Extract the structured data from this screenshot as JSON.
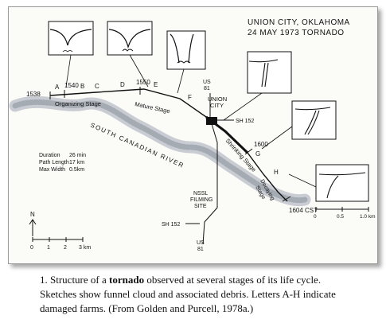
{
  "figure": {
    "title_line1": "UNION CITY, OKLAHOMA",
    "title_line2": "24 MAY 1973  TORNADO",
    "times": {
      "t1538": "1538",
      "t1540": "1540",
      "t1550": "1550",
      "t1600": "1600",
      "t1604": "1604 CST"
    },
    "farm_letters": [
      "A",
      "B",
      "C",
      "D",
      "E",
      "F",
      "G",
      "H"
    ],
    "stages": {
      "organizing": "Organizing Stage",
      "mature": "Mature Stage",
      "shrinking": "Shrinking Stage",
      "decaying_line1": "Decaying",
      "decaying_line2": "Stage"
    },
    "town_line1": "UNION",
    "town_line2": "CITY",
    "roads": {
      "us81": "US",
      "us81_num": "81",
      "sh152": "SH 152"
    },
    "site_line1": "NSSL",
    "site_line2": "FILMING",
    "site_line3": "SITE",
    "river": "SOUTH CANADIAN RIVER",
    "stats": {
      "duration_label": "Duration",
      "duration_value": "26 min",
      "length_label": "Path Length",
      "length_value": "17 km",
      "width_label": "Max Width",
      "width_value": "0.5km"
    },
    "north": "N",
    "scale_left": {
      "ticks": [
        "0",
        "1",
        "2",
        "3 km"
      ]
    },
    "scale_right": {
      "ticks": [
        "0",
        "0.5",
        "1.0 km"
      ]
    }
  },
  "caption": {
    "prefix": "1. Structure of a ",
    "bold": "tornado",
    "rest": " observed at several stages of its life cycle. Sketches show funnel cloud and associated debris. Letters A-H indicate damaged farms. (From Golden and Purcell, 1978a.)"
  }
}
